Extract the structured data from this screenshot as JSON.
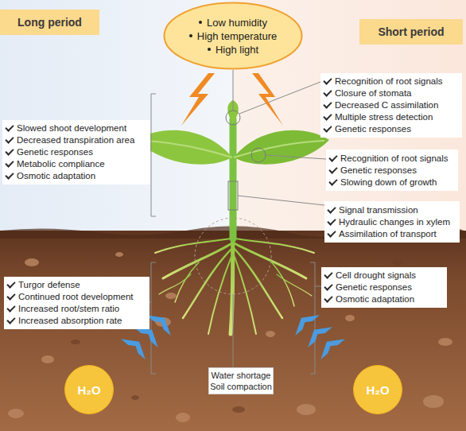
{
  "diagram": {
    "nodes": [
      {
        "text": [
          "Long period"
        ]
      },
      {
        "text": [
          "Short period"
        ]
      },
      {
        "text": [
          "Low humidity",
          "High temperature",
          "High light"
        ]
      },
      {
        "text": [
          "Recognition of root signals",
          "Closure of stomata",
          "Decreased C assimilation",
          "Multiple stress detection",
          "Genetic responses"
        ]
      },
      {
        "text": [
          "Slowed shoot development",
          "Decreased transpiration area",
          "Genetic responses",
          "Metabolic compliance",
          "Osmotic adaptation"
        ]
      },
      {
        "text": [
          "Recognition of root signals",
          "Genetic responses",
          "Slowing down of growth"
        ]
      },
      {
        "text": [
          "Signal transmission",
          "Hydraulic changes in xylem",
          "Assimilation of transport"
        ]
      },
      {
        "text": [
          "Turgor defense",
          "Continued root development",
          "Increased root/stem ratio",
          "Increased absorption rate"
        ]
      },
      {
        "text": [
          "Cell drought signals",
          "Genetic responses",
          "Osmotic adaptation"
        ]
      },
      {
        "text": [
          "Water shortage",
          "Soil compaction"
        ]
      },
      {
        "text": [
          "H₂O"
        ]
      },
      {
        "text": [
          "H₂O"
        ]
      }
    ]
  }
}
